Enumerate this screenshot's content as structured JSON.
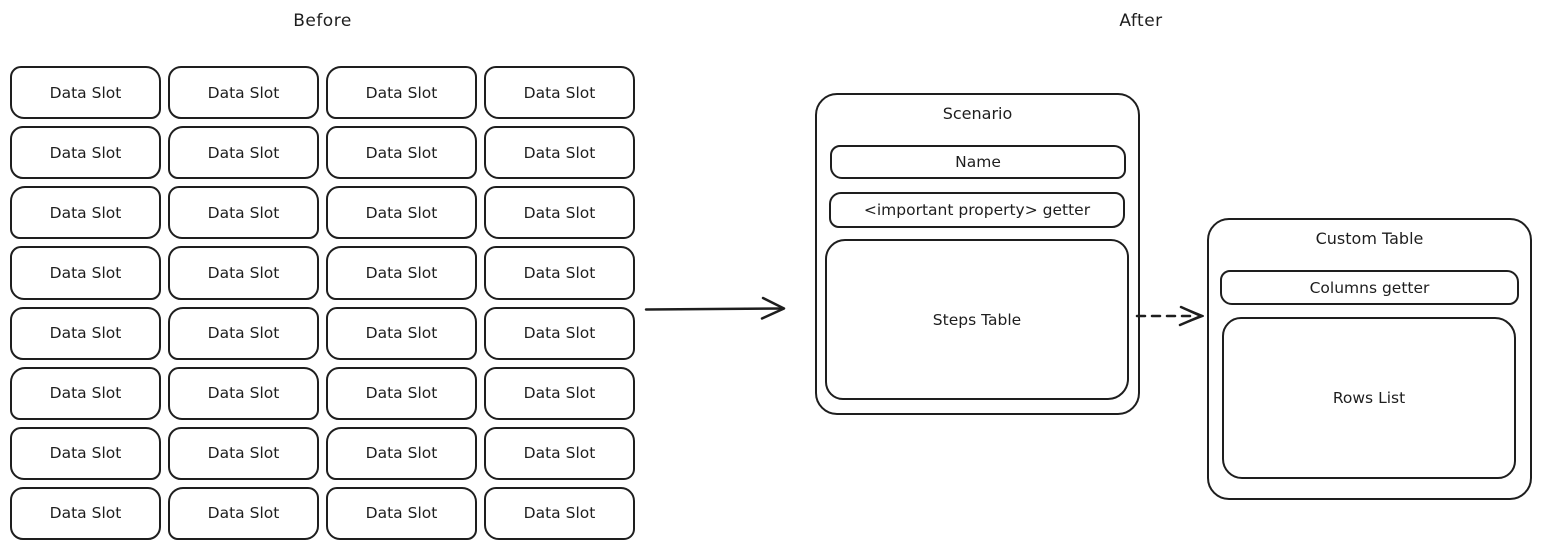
{
  "before": {
    "label": "Before",
    "grid": {
      "rows": 8,
      "columns": 4
    },
    "slots": [
      "Data Slot",
      "Data Slot",
      "Data Slot",
      "Data Slot",
      "Data Slot",
      "Data Slot",
      "Data Slot",
      "Data Slot",
      "Data Slot",
      "Data Slot",
      "Data Slot",
      "Data Slot",
      "Data Slot",
      "Data Slot",
      "Data Slot",
      "Data Slot",
      "Data Slot",
      "Data Slot",
      "Data Slot",
      "Data Slot",
      "Data Slot",
      "Data Slot",
      "Data Slot",
      "Data Slot",
      "Data Slot",
      "Data Slot",
      "Data Slot",
      "Data Slot",
      "Data Slot",
      "Data Slot",
      "Data Slot",
      "Data Slot"
    ]
  },
  "after": {
    "label": "After"
  },
  "scenario": {
    "title": "Scenario",
    "name_label": "Name",
    "getter_label": "<important property> getter",
    "steps_label": "Steps Table"
  },
  "custom_table": {
    "title": "Custom Table",
    "columns_getter_label": "Columns getter",
    "rows_list_label": "Rows List"
  },
  "icons": {
    "solid_arrow": "arrow-right",
    "dashed_arrow": "dashed-arrow-right"
  },
  "colors": {
    "stroke": "#1e1e1e",
    "background": "#ffffff"
  }
}
